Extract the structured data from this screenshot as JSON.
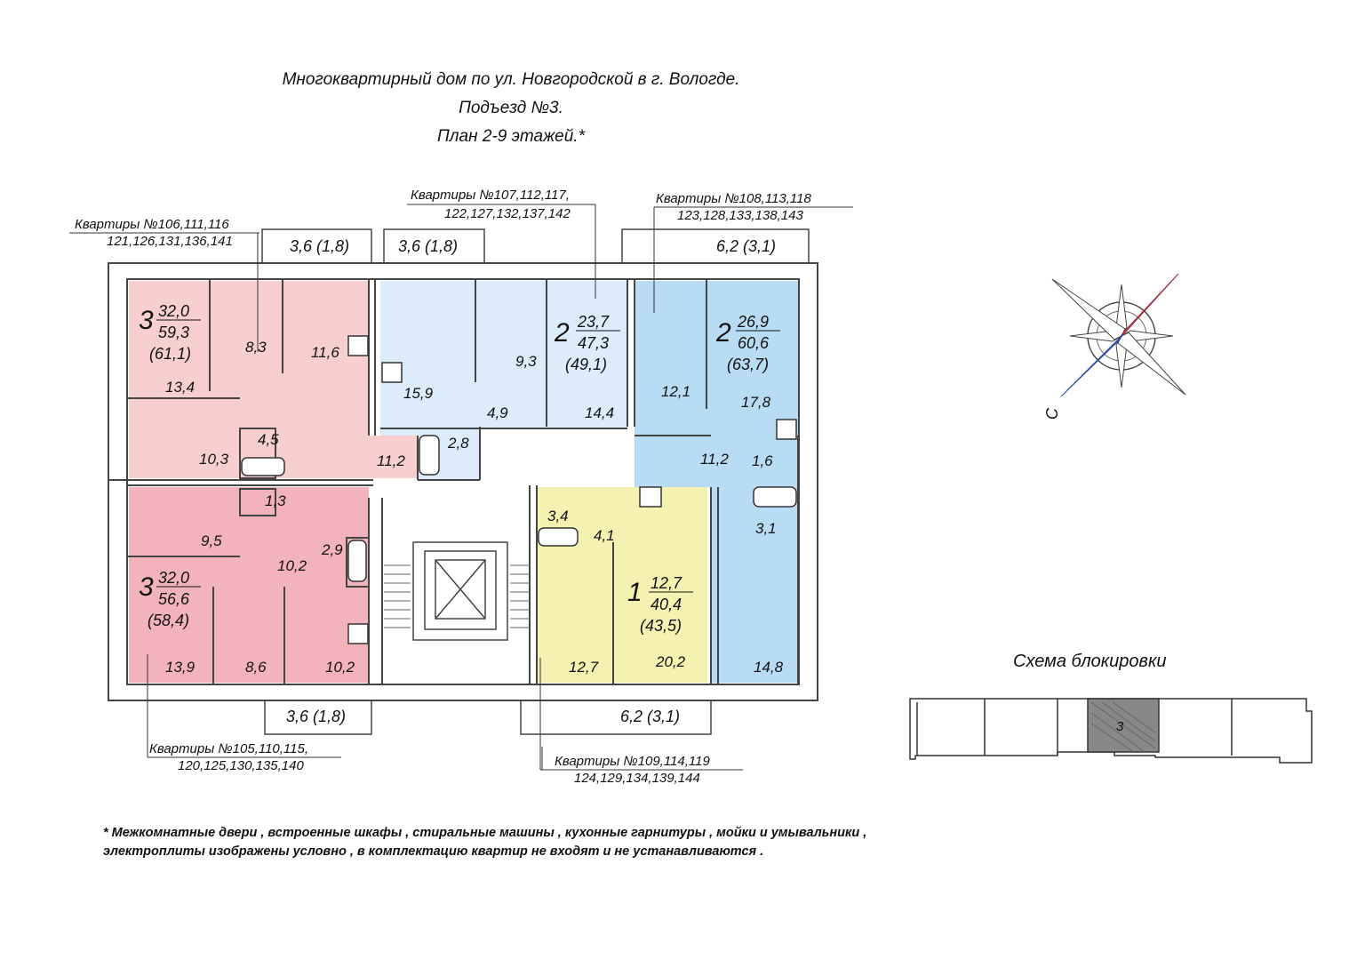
{
  "title": {
    "line1": "Многоквартирный дом по ул. Новгородской в г. Вологде.",
    "line2": "Подъезд №3.",
    "line3": "План 2-9 этажей.*"
  },
  "callouts": [
    {
      "line1": "Квартиры №106,111,116",
      "line2": "121,126,131,136,141"
    },
    {
      "line1": "Квартиры №107,112,117,",
      "line2": "122,127,132,137,142"
    },
    {
      "line1": "Квартиры №108,113,118",
      "line2": "123,128,133,138,143"
    },
    {
      "line1": "Квартиры №105,110,115,",
      "line2": "120,125,130,135,140"
    },
    {
      "line1": "Квартиры №109,114,119",
      "line2": "124,129,134,139,144"
    }
  ],
  "balconies": [
    "3,6 (1,8)",
    "3,6 (1,8)",
    "6,2 (3,1)",
    "3,6 (1,8)",
    "6,2 (3,1)"
  ],
  "apartments": [
    {
      "rooms": "3",
      "living": "32,0",
      "total": "59,3",
      "total_with_balcony": "(61,1)",
      "color": "#f7cfcf",
      "room_areas": [
        "13,4",
        "8,3",
        "11,6",
        "10,3",
        "4,5",
        "11,2"
      ]
    },
    {
      "rooms": "2",
      "living": "23,7",
      "total": "47,3",
      "total_with_balcony": "(49,1)",
      "color": "#dcecfa",
      "room_areas": [
        "15,9",
        "9,3",
        "14,4",
        "4,9",
        "2,8"
      ]
    },
    {
      "rooms": "2",
      "living": "26,9",
      "total": "60,6",
      "total_with_balcony": "(63,7)",
      "color": "#b9dcf5",
      "room_areas": [
        "12,1",
        "17,8",
        "11,2",
        "1,6",
        "3,1",
        "14,8"
      ]
    },
    {
      "rooms": "3",
      "living": "32,0",
      "total": "56,6",
      "total_with_balcony": "(58,4)",
      "color": "#f3b3bd",
      "room_areas": [
        "1,3",
        "9,5",
        "10,2",
        "2,9",
        "13,9",
        "8,6",
        "10,2"
      ]
    },
    {
      "rooms": "1",
      "living": "12,7",
      "total": "40,4",
      "total_with_balcony": "(43,5)",
      "color": "#f5f1b0",
      "room_areas": [
        "3,4",
        "4,1",
        "12,7",
        "20,2"
      ]
    }
  ],
  "compass": {
    "south_label": "С"
  },
  "blocking_scheme": {
    "title": "Схема блокировки",
    "section_label": "3"
  },
  "footnote": {
    "line1": "* Межкомнатные двери , встроенные шкафы , стиральные машины , кухонные гарнитуры , мойки и умывальники ,",
    "line2": "электроплиты изображены условно , в комплектацию квартир не входят и не устанавливаются ."
  }
}
